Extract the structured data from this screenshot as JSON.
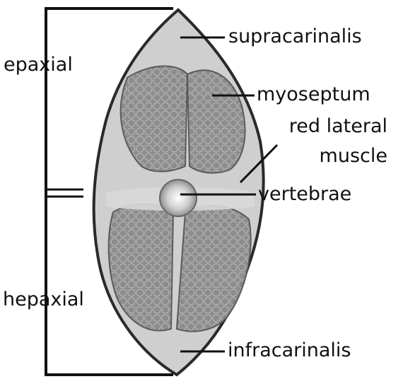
{
  "regions": {
    "epaxial": "epaxial",
    "hepaxial": "hepaxial"
  },
  "labels": {
    "supracarinalis": "supracarinalis",
    "myoseptum": "myoseptum",
    "red_lateral_line1": "red lateral",
    "red_lateral_line2": "muscle",
    "vertebrae": "vertebrae",
    "infracarinalis": "infracarinalis"
  },
  "colors": {
    "ink": "#111111",
    "dark_muscle": "#7a7a7a",
    "light_tissue": "#d8d8d8",
    "skin": "#2a2a2a"
  }
}
